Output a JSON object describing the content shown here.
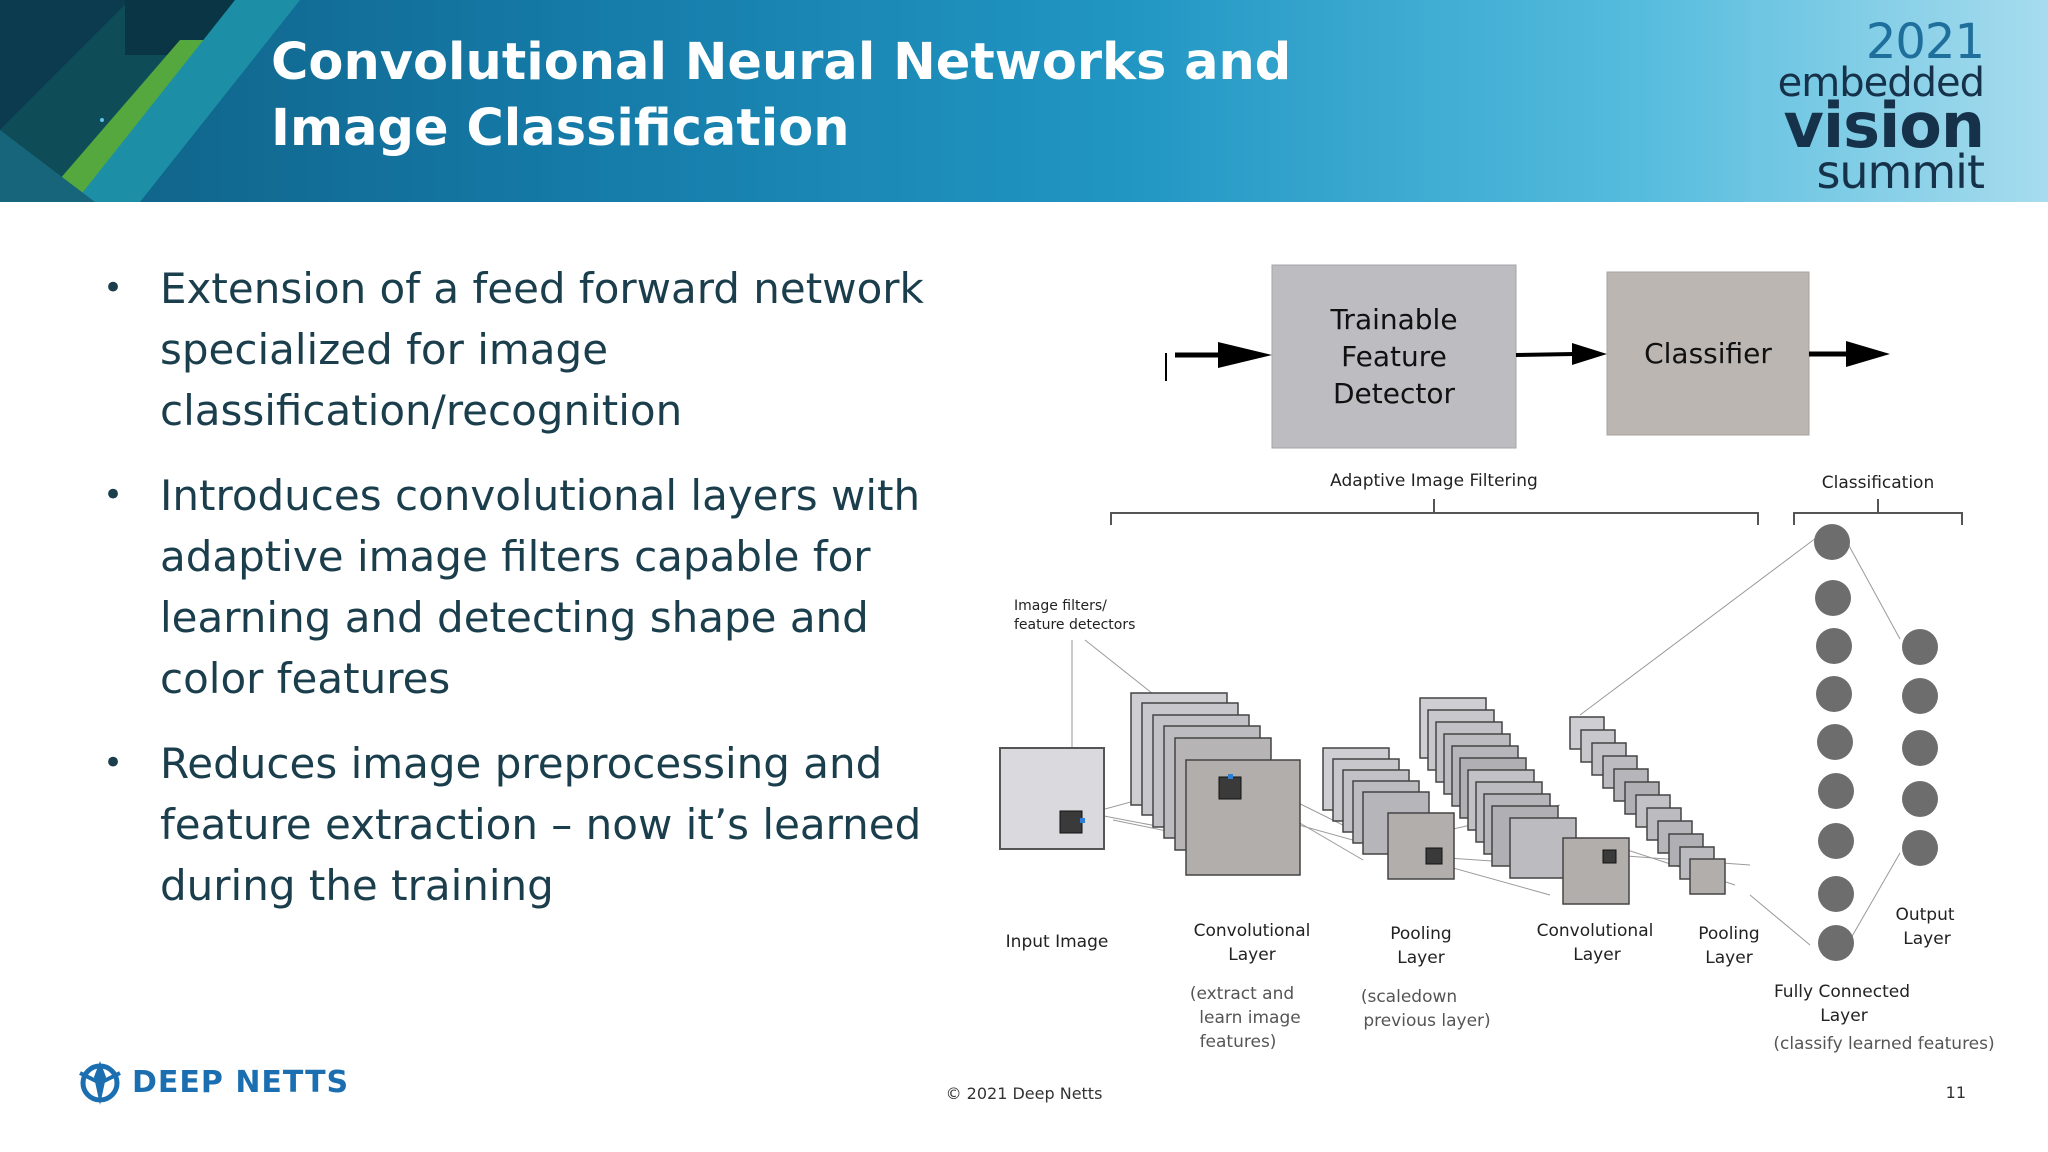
{
  "header": {
    "title_line1": "Convolutional Neural Networks and",
    "title_line2": "Image Classification",
    "logo": {
      "year": "2021",
      "line1": "embedded",
      "line2": "vision",
      "line3": "summit"
    }
  },
  "bullets": [
    {
      "text": "Extension of a feed forward network specialized for image classification/recognition"
    },
    {
      "text": "Introduces convolutional layers with adaptive image filters capable for learning and detecting shape and color features"
    },
    {
      "text": "Reduces image preprocessing and feature extraction – now it’s learned during the training"
    }
  ],
  "diagram": {
    "box_feature_line1": "Trainable",
    "box_feature_line2": "Feature",
    "box_feature_line3": "Detector",
    "box_classifier": "Classifier",
    "bracket_adaptive": "Adaptive Image Filtering",
    "bracket_classification": "Classification",
    "filters_line1": "Image filters/",
    "filters_line2": "feature detectors",
    "input_image": "Input Image",
    "conv_line1": "Convolutional",
    "conv_line2": "Layer",
    "conv_note_line1": "(extract and",
    "conv_note_line2": "learn image",
    "conv_note_line3": "features)",
    "pool_line1": "Pooling",
    "pool_line2": "Layer",
    "pool_note_line1": "(scaledown",
    "pool_note_line2": "previous layer)",
    "conv2_line1": "Convolutional",
    "conv2_line2": "Layer",
    "pool2_line1": "Pooling",
    "pool2_line2": "Layer",
    "output_line1": "Output",
    "output_line2": "Layer",
    "fc_line1": "Fully Connected",
    "fc_line2": "Layer",
    "fc_note": "(classify learned features)"
  },
  "footer": {
    "brand": "DEEP NETTS",
    "copyright": "© 2021 Deep Netts",
    "page_number": "11"
  },
  "colors": {
    "title_text": "#ffffff",
    "body_text": "#1b3e4d",
    "feature_box": "#bdbcc0",
    "classifier_box": "#bbb6b1",
    "neuron": "#6d6d6d",
    "brand_blue": "#1b6fb0"
  }
}
